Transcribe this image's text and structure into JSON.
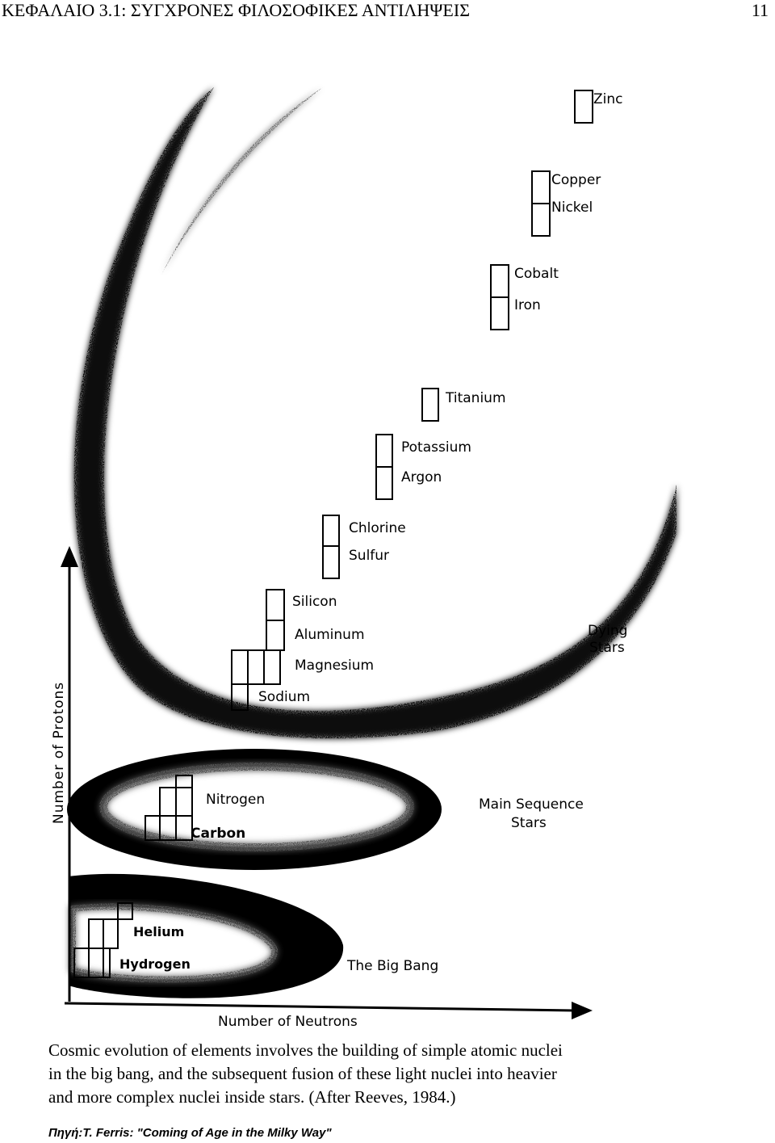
{
  "header": {
    "title": "ΚΕΦΑΛΑΙΟ 3.1: ΣΥΓΧΡΟΝΕΣ ΦΙΛΟΣΟΦΙΚΕΣ ΑΝΤΙΛΗΨΕΙΣ",
    "page_number": "11"
  },
  "figure": {
    "y_axis_label": "Number of Protons",
    "x_axis_label": "Number of Neutrons",
    "regions": {
      "big_bang": "The Big Bang",
      "main_sequence_line1": "Main Sequence",
      "main_sequence_line2": "Stars",
      "dying_line1": "Dying",
      "dying_line2": "Stars"
    },
    "elements": {
      "hydrogen": "Hydrogen",
      "helium": "Helium",
      "carbon": "Carbon",
      "nitrogen": "Nitrogen",
      "sodium": "Sodium",
      "magnesium": "Magnesium",
      "aluminum": "Aluminum",
      "silicon": "Silicon",
      "sulfur": "Sulfur",
      "chlorine": "Chlorine",
      "argon": "Argon",
      "potassium": "Potassium",
      "titanium": "Titanium",
      "iron": "Iron",
      "cobalt": "Cobalt",
      "nickel": "Nickel",
      "copper": "Copper",
      "zinc": "Zinc"
    }
  },
  "caption": {
    "line1": "Cosmic evolution of elements involves the building of simple atomic nuclei",
    "line2": "in the big bang, and the subsequent fusion of these light nuclei into heavier",
    "line3": "and more complex nuclei inside stars. (After Reeves, 1984.)"
  },
  "source": "Πηγή:T. Ferris: \"Coming of Age in the Milky Way\""
}
